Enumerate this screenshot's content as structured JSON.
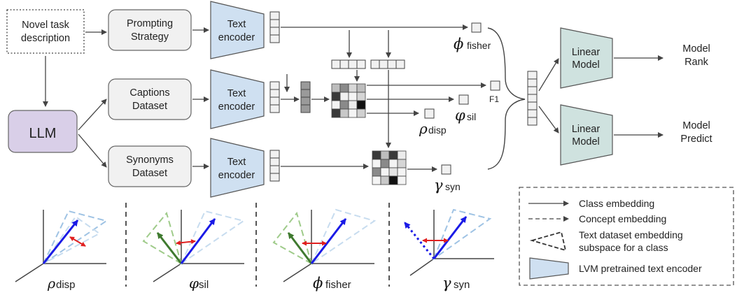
{
  "colors": {
    "llm": "#d9cfe8",
    "encoder": "#cfe0f1",
    "linear": "#cfe2df",
    "box": "#f1f1f1",
    "arrow": "#444444",
    "red": "#e02020",
    "blue": "#1a1ae6",
    "green": "#3f7a2f",
    "light_blue": "#9fc3e4",
    "light_green": "#9fcb8a"
  },
  "nodes": {
    "novel_task": [
      "Novel task",
      "description"
    ],
    "llm": "LLM",
    "prompting": [
      "Prompting",
      "Strategy"
    ],
    "captions": [
      "Captions",
      "Dataset"
    ],
    "synonyms": [
      "Synonyms",
      "Dataset"
    ],
    "text_encoder": [
      "Text",
      "encoder"
    ],
    "linear_model": [
      "Linear",
      "Model"
    ],
    "model_rank": [
      "Model",
      "Rank"
    ],
    "model_predict": [
      "Model",
      "Predict"
    ]
  },
  "metrics": {
    "fisher": {
      "symbol": "ϕ",
      "sub": "fisher"
    },
    "sil": {
      "symbol": "φ",
      "sub": "sil"
    },
    "disp": {
      "symbol": "ρ",
      "sub": "disp"
    },
    "syn": {
      "symbol": "γ",
      "sub": "syn"
    },
    "f1": "F1"
  },
  "legend": {
    "class_embedding": "Class embedding",
    "concept_embedding": "Concept embedding",
    "subspace": [
      "Text dataset embedding",
      "subspace for a class"
    ],
    "encoder": "LVM pretrained text encoder"
  }
}
